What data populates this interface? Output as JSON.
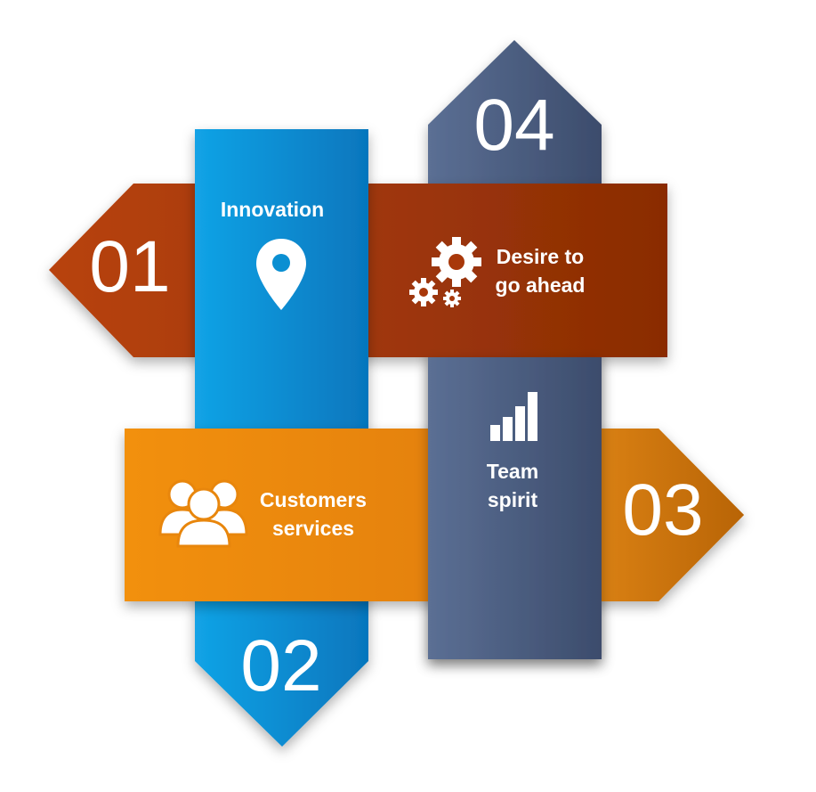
{
  "steps": [
    {
      "number": "01",
      "label_lines": [
        "Innovation"
      ],
      "icon": "map-pin-icon",
      "color": "#0a8fd2"
    },
    {
      "number": "02",
      "label_lines": [
        "Customers",
        "services"
      ],
      "icon": "users-group-icon",
      "color": "#e8860c"
    },
    {
      "number": "03",
      "label_lines": [
        "Team",
        "spirit"
      ],
      "icon": "bar-chart-icon",
      "color": "#4a5c80"
    },
    {
      "number": "04",
      "label_lines": [
        "Desire to",
        "go ahead"
      ],
      "icon": "gears-icon",
      "color": "#a8380a"
    }
  ],
  "colors": {
    "blue": "#0a8fd2",
    "orange": "#e8860c",
    "slate": "#4a5c80",
    "rust": "#a8380a"
  }
}
